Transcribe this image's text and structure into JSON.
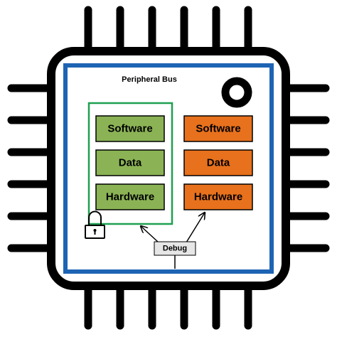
{
  "colors": {
    "pins": "#000000",
    "chip_body": "#000000",
    "bus_border": "#1e64b4",
    "secure_border": "#1ea050",
    "secure_fill": "#8bb355",
    "insecure_fill": "#e8711d",
    "debug_fill": "#e6e6e6"
  },
  "bus": {
    "label": "Peripheral Bus"
  },
  "secure_stack": {
    "software": "Software",
    "data": "Data",
    "hardware": "Hardware"
  },
  "insecure_stack": {
    "software": "Software",
    "data": "Data",
    "hardware": "Hardware"
  },
  "debug": {
    "label": "Debug"
  },
  "icons": {
    "lock": "lock-icon",
    "pin1": "pin1-marker-icon"
  }
}
